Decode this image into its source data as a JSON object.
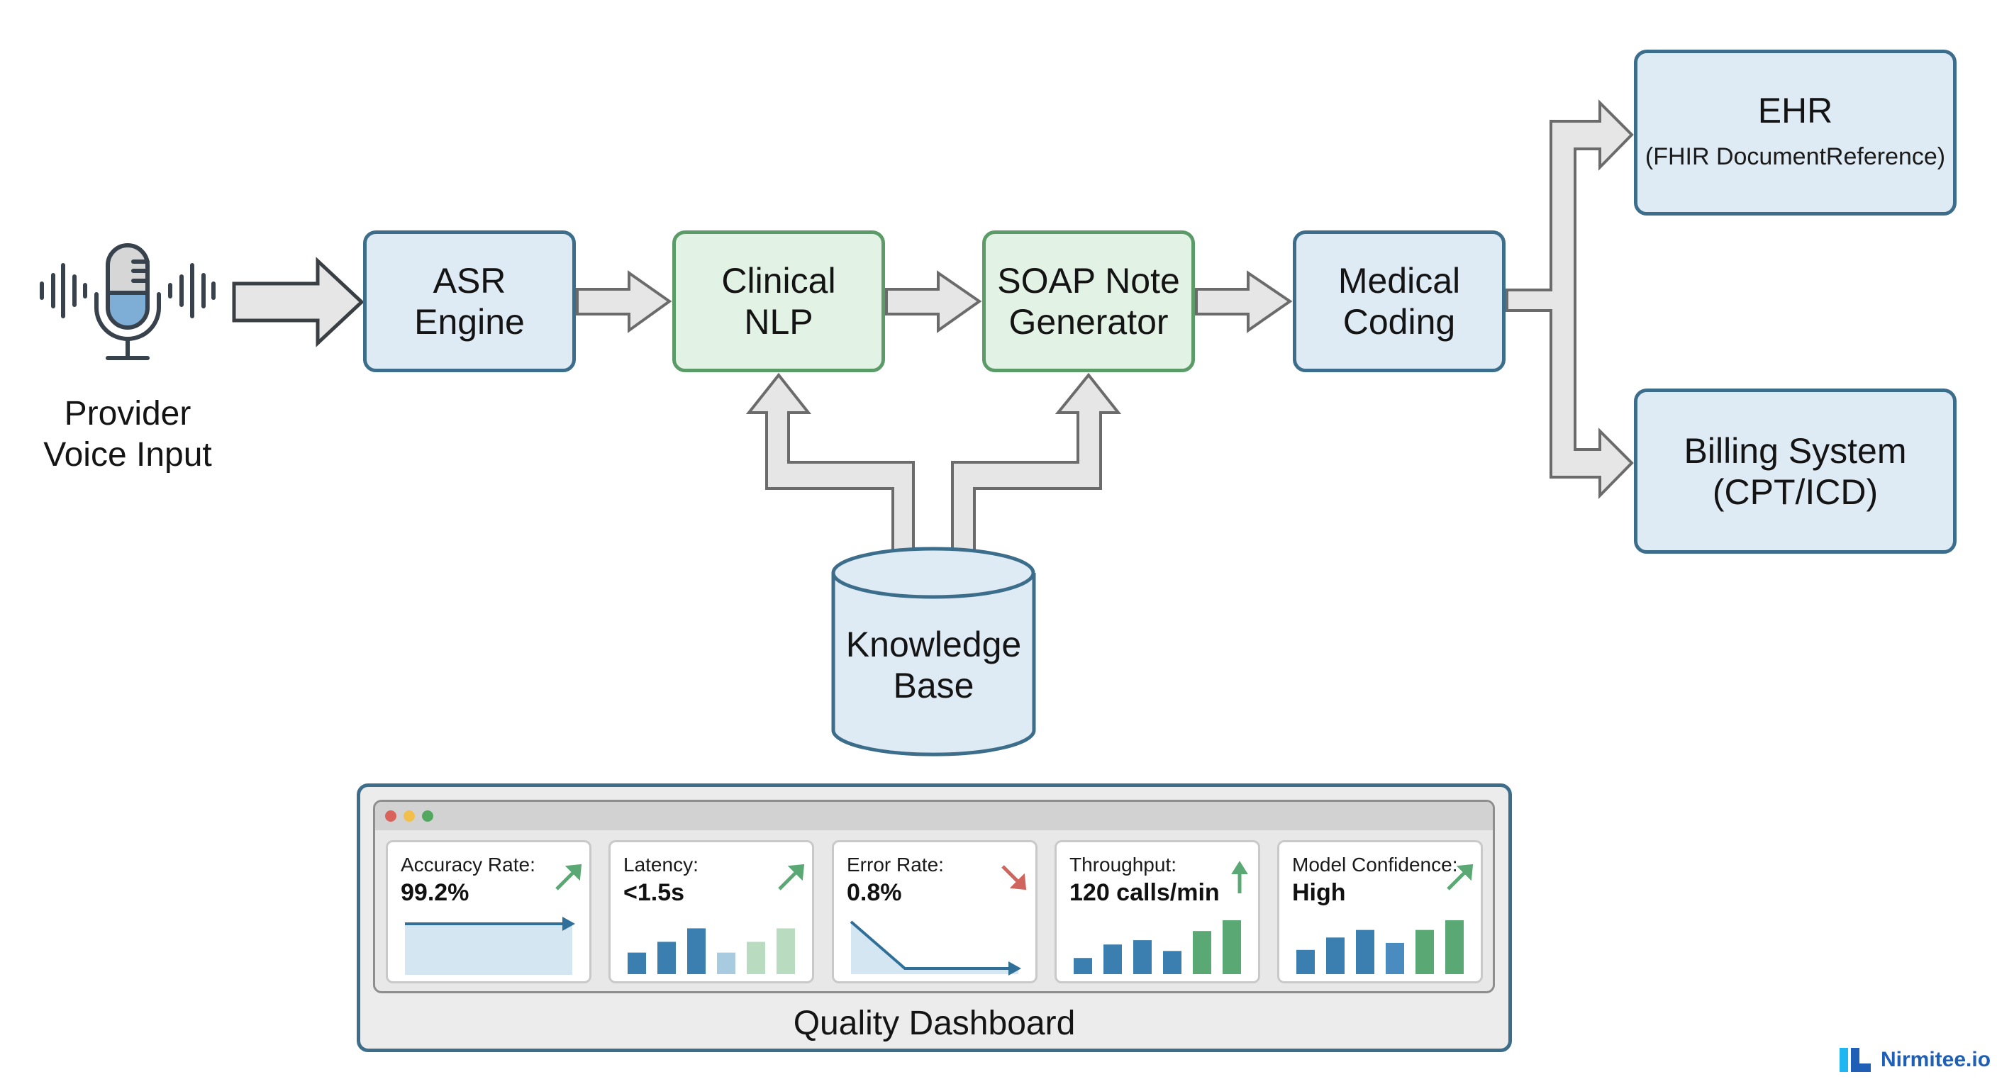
{
  "diagram": {
    "input": {
      "label_line1": "Provider",
      "label_line2": "Voice Input",
      "icon": "microphone-icon"
    },
    "nodes": {
      "asr": {
        "line1": "ASR",
        "line2": "Engine"
      },
      "nlp": {
        "line1": "Clinical",
        "line2": "NLP"
      },
      "soap": {
        "line1": "SOAP Note",
        "line2": "Generator"
      },
      "coding": {
        "line1": "Medical",
        "line2": "Coding"
      },
      "ehr": {
        "title": "EHR",
        "subtitle": "(FHIR DocumentReference)"
      },
      "billing": {
        "line1": "Billing System",
        "line2": "(CPT/ICD)"
      },
      "knowledge_base": {
        "line1": "Knowledge",
        "line2": "Base"
      }
    },
    "edges": [
      {
        "from": "Provider Voice Input",
        "to": "ASR Engine"
      },
      {
        "from": "ASR Engine",
        "to": "Clinical NLP"
      },
      {
        "from": "Clinical NLP",
        "to": "SOAP Note Generator"
      },
      {
        "from": "SOAP Note Generator",
        "to": "Medical Coding"
      },
      {
        "from": "Medical Coding",
        "to": "EHR"
      },
      {
        "from": "Medical Coding",
        "to": "Billing System"
      },
      {
        "from": "Knowledge Base",
        "to": "Clinical NLP"
      },
      {
        "from": "Knowledge Base",
        "to": "SOAP Note Generator"
      }
    ]
  },
  "dashboard": {
    "title": "Quality Dashboard",
    "window_dots": [
      "#d9635a",
      "#f2c04a",
      "#52a85f"
    ],
    "cards": [
      {
        "title": "Accuracy Rate:",
        "value": "99.2%",
        "trend": "up",
        "trend_color": "#5aa873",
        "chart": "area-flat"
      },
      {
        "title": "Latency:",
        "value": "<1.5s",
        "trend": "up",
        "trend_color": "#5aa873",
        "chart": "bars",
        "bars": [
          0.4,
          0.6,
          0.85,
          0.4,
          0.6,
          0.85
        ],
        "bar_colors": [
          "#3b7eb0",
          "#3b7eb0",
          "#3b7eb0",
          "#a9cbe0",
          "#b9dcc0",
          "#b9dcc0"
        ]
      },
      {
        "title": "Error Rate:",
        "value": "0.8%",
        "trend": "down",
        "trend_color": "#cf655c",
        "chart": "area-drop"
      },
      {
        "title": "Throughput:",
        "value": "120 calls/min",
        "trend": "up-vertical",
        "trend_color": "#5aa873",
        "chart": "bars",
        "bars": [
          0.3,
          0.55,
          0.63,
          0.43,
          0.8,
          1.0
        ],
        "bar_colors": [
          "#3b7eb0",
          "#3b7eb0",
          "#3b7eb0",
          "#3b7eb0",
          "#5aa873",
          "#5aa873"
        ]
      },
      {
        "title": "Model Confidence:",
        "value": "High",
        "trend": "up",
        "trend_color": "#5aa873",
        "chart": "bars",
        "bars": [
          0.45,
          0.68,
          0.82,
          0.58,
          0.82,
          1.0
        ],
        "bar_colors": [
          "#3b7eb0",
          "#3b7eb0",
          "#3b7eb0",
          "#4a8cc0",
          "#5aa873",
          "#5aa873"
        ]
      }
    ]
  },
  "branding": {
    "name": "Nirmitee.io"
  },
  "colors": {
    "blue_box_fill": "#deeaf4",
    "blue_box_border": "#3c6e8c",
    "green_box_fill": "#e2f2e4",
    "green_box_border": "#5a9b68",
    "arrow_fill": "#e6e6e6",
    "arrow_stroke": "#555555"
  }
}
